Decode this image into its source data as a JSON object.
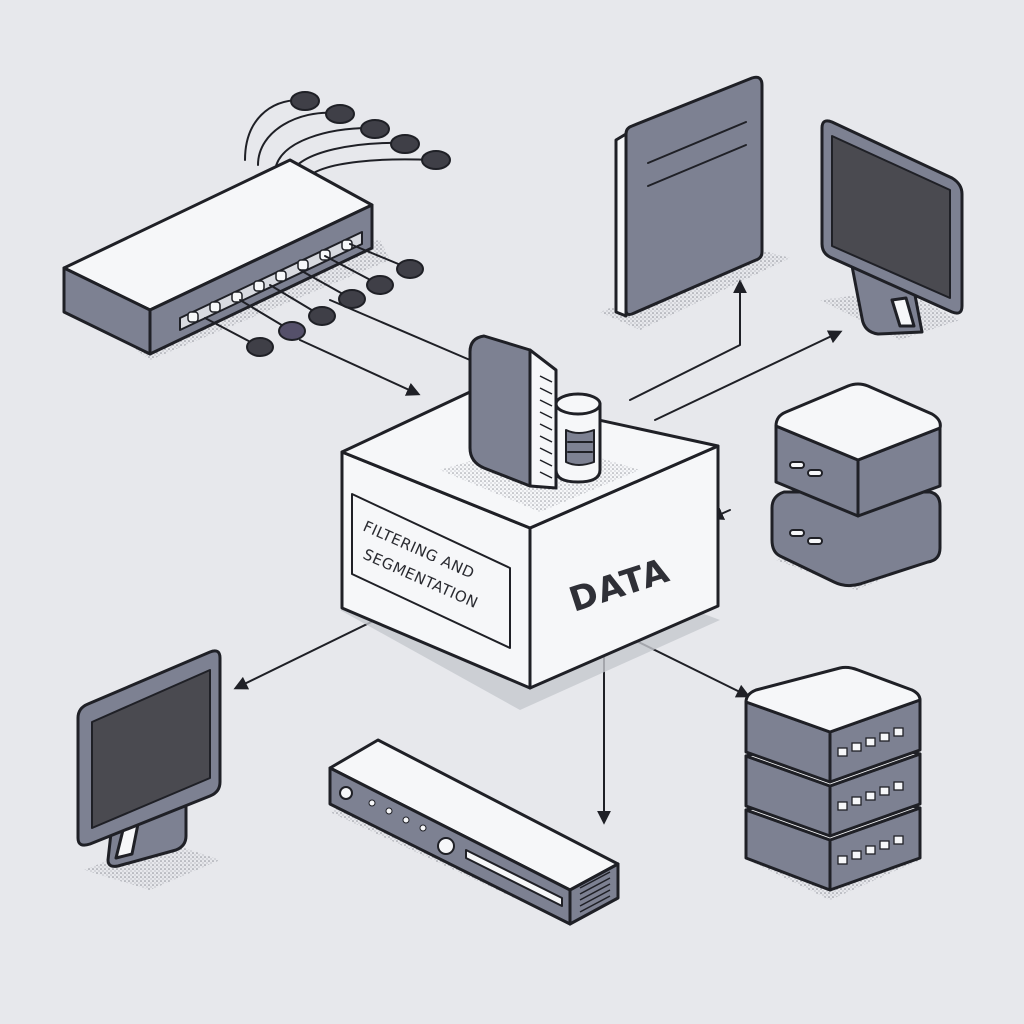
{
  "hub": {
    "label_line1": "FILTERING AND",
    "label_line2": "SEGMENTATION",
    "data_label": "DATA"
  },
  "colors": {
    "background": "#e7e8ec",
    "device_gray": "#7d8192",
    "device_white": "#f6f7f9",
    "screen_dark": "#4a4a50",
    "outline": "#1f2026"
  },
  "icons": [
    "network-switch-icon",
    "panel-device-icon",
    "monitor-icon",
    "storage-stack-icon",
    "server-rack-icon",
    "set-top-box-icon",
    "database-cylinder-icon"
  ]
}
